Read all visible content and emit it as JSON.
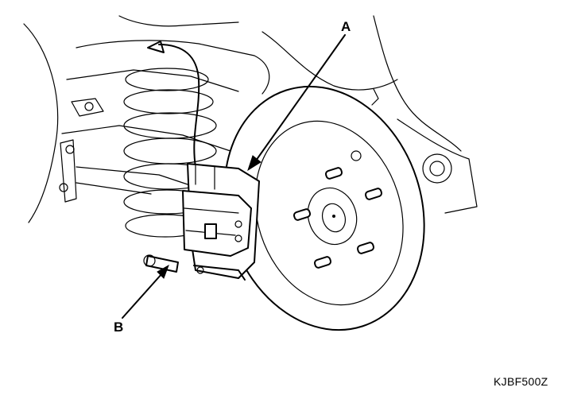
{
  "callouts": {
    "a": "A",
    "b": "B"
  },
  "figure_code": "KJBF500Z",
  "colors": {
    "ink": "#000000",
    "background": "#ffffff"
  }
}
